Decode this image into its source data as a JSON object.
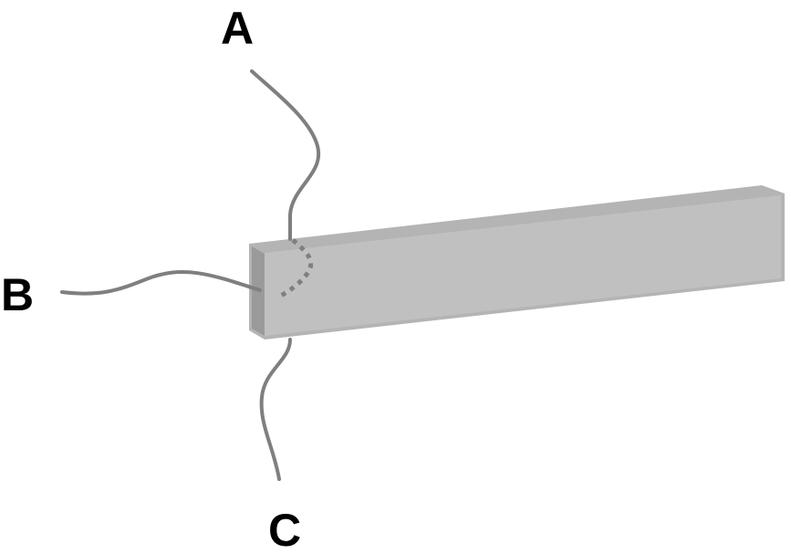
{
  "labels": {
    "a": "A",
    "b": "B",
    "c": "C"
  },
  "colors": {
    "wire": "#7f7f7f",
    "bar_front": "#c0c0c0",
    "bar_edge": "#b4b4b4",
    "bar_side": "#9a9a9a"
  }
}
